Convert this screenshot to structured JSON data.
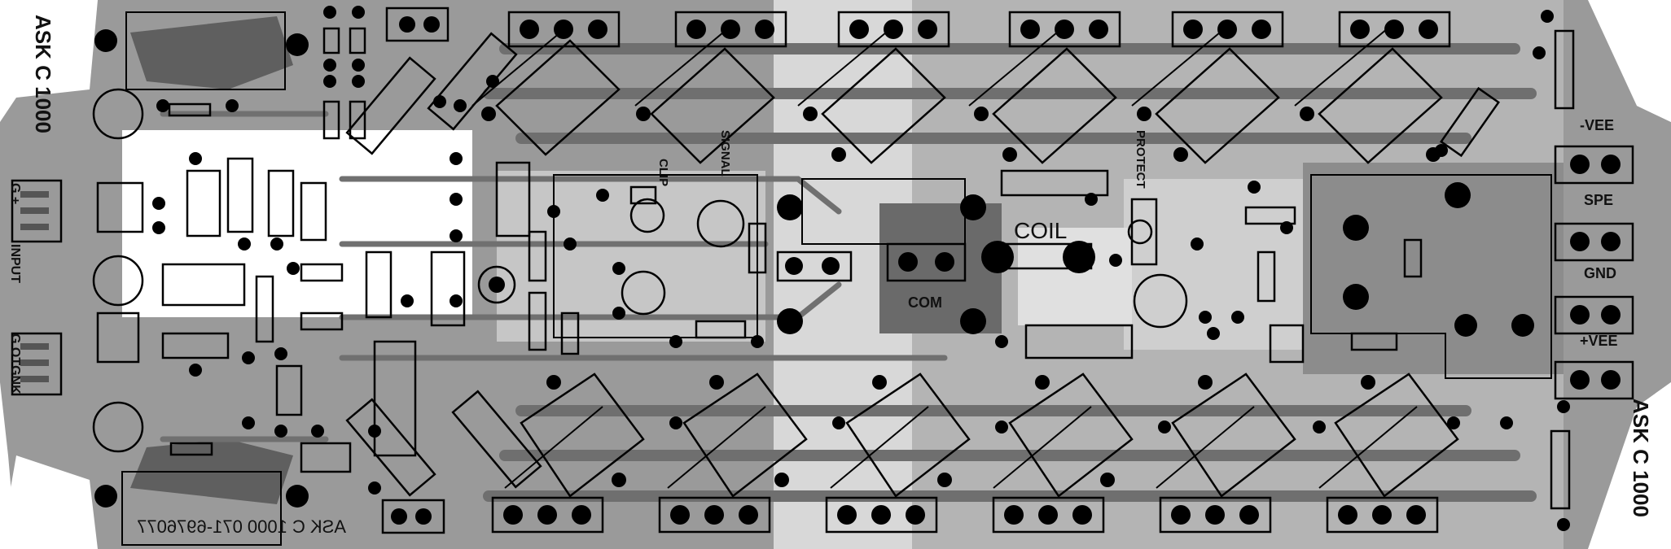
{
  "board": {
    "title_vertical": "ASK C 1000",
    "footer_mirrored": "ASK C 1000  071-6976077",
    "colors": {
      "board_base": "#9a9a9a",
      "copper_dark": "#5f5f5f",
      "copper_light": "#c8c8c8",
      "silkscreen": "#000000",
      "background": "#ffffff"
    }
  },
  "labels": {
    "input": "INPUT",
    "g_top": "G +",
    "g_bottom": "G OTGNK",
    "signal": "SIGNAL",
    "clip": "CLIP",
    "protect": "PROTECT",
    "coil": "COIL",
    "com": "COM",
    "vee_minus": "-VEE",
    "spe": "SPE",
    "gnd": "GND",
    "vee_plus": "+VEE",
    "title_right": "ASK C 1000"
  }
}
